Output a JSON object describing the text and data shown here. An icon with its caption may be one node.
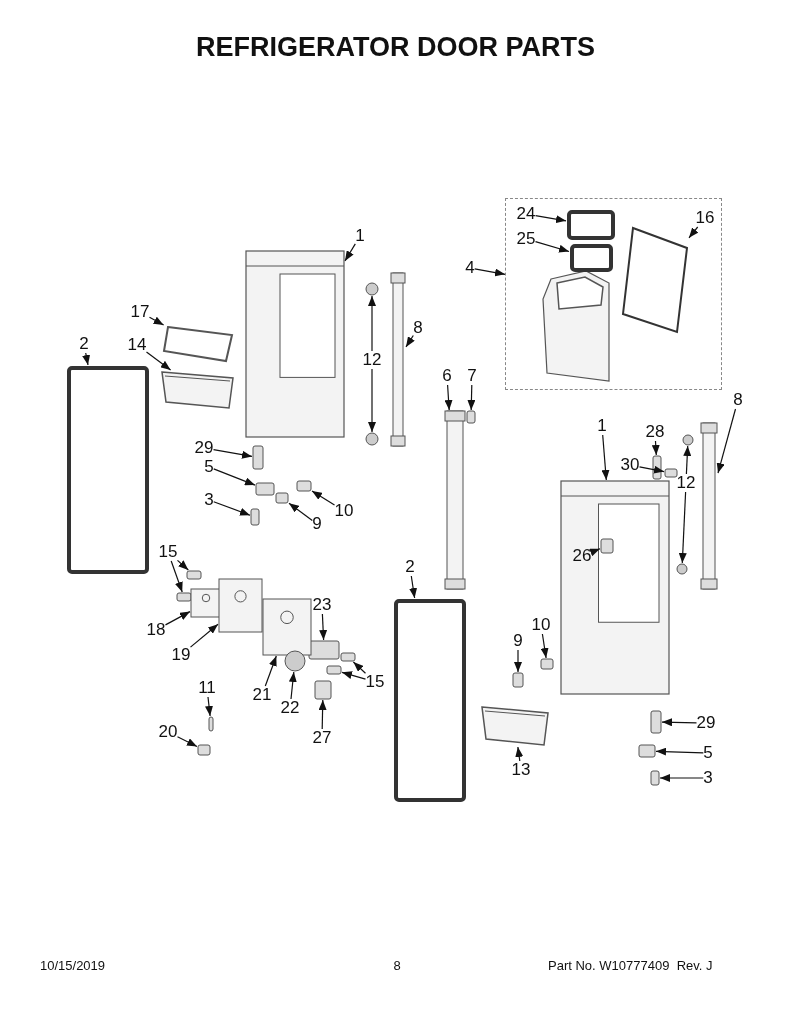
{
  "diagram": {
    "title": "REFRIGERATOR DOOR PARTS",
    "nodes": [
      {
        "text": [
          "1"
        ]
      },
      {
        "text": [],
        "shape": "picture"
      },
      {
        "text": [
          "17"
        ]
      },
      {
        "text": [],
        "shape": "picture"
      },
      {
        "text": [
          "14"
        ]
      },
      {
        "text": [],
        "shape": "picture"
      },
      {
        "text": [
          "2"
        ]
      },
      {
        "text": [],
        "shape": "box"
      },
      {
        "text": [
          "8"
        ]
      },
      {
        "text": [],
        "shape": "bar"
      },
      {
        "text": [
          "12"
        ]
      },
      {
        "text": [],
        "shape": "circle"
      },
      {
        "text": [],
        "shape": "circle"
      },
      {
        "text": [
          "29"
        ]
      },
      {
        "text": [],
        "shape": "box"
      },
      {
        "text": [
          "5"
        ]
      },
      {
        "text": [],
        "shape": "box"
      },
      {
        "text": [
          "3"
        ]
      },
      {
        "text": [],
        "shape": "box"
      },
      {
        "text": [
          "10"
        ]
      },
      {
        "text": [],
        "shape": "box"
      },
      {
        "text": [
          "9"
        ]
      },
      {
        "text": [],
        "shape": "box"
      },
      {
        "text": [
          "6"
        ]
      },
      {
        "text": [],
        "shape": "bar"
      },
      {
        "text": [
          "7"
        ]
      },
      {
        "text": [],
        "shape": "box"
      },
      {
        "text": [
          "4"
        ]
      },
      {
        "text": [],
        "shape": "box"
      },
      {
        "text": [
          "24"
        ],
        "in": 28
      },
      {
        "text": [],
        "shape": "box",
        "in": 28
      },
      {
        "text": [
          "25"
        ],
        "in": 28
      },
      {
        "text": [],
        "shape": "box",
        "in": 28
      },
      {
        "text": [
          "16"
        ],
        "in": 28
      },
      {
        "text": [],
        "shape": "picture",
        "in": 28
      },
      {
        "text": [
          "8"
        ]
      },
      {
        "text": [],
        "shape": "bar"
      },
      {
        "text": [
          "1"
        ]
      },
      {
        "text": [],
        "shape": "picture"
      },
      {
        "text": [
          "28"
        ]
      },
      {
        "text": [],
        "shape": "box"
      },
      {
        "text": [
          "30"
        ]
      },
      {
        "text": [],
        "shape": "box"
      },
      {
        "text": [
          "12"
        ]
      },
      {
        "text": [],
        "shape": "circle"
      },
      {
        "text": [],
        "shape": "circle"
      },
      {
        "text": [
          "26"
        ],
        "in": 38
      },
      {
        "text": [],
        "shape": "box",
        "in": 38
      },
      {
        "text": [
          "2"
        ]
      },
      {
        "text": [],
        "shape": "box"
      },
      {
        "text": [
          "9"
        ]
      },
      {
        "text": [],
        "shape": "box"
      },
      {
        "text": [
          "10"
        ]
      },
      {
        "text": [],
        "shape": "box"
      },
      {
        "text": [
          "13"
        ]
      },
      {
        "text": [],
        "shape": "picture"
      },
      {
        "text": [
          "29"
        ]
      },
      {
        "text": [],
        "shape": "box"
      },
      {
        "text": [
          "5"
        ]
      },
      {
        "text": [],
        "shape": "box"
      },
      {
        "text": [
          "3"
        ]
      },
      {
        "text": [],
        "shape": "box"
      },
      {
        "text": [
          "15"
        ]
      },
      {
        "text": [],
        "shape": "box"
      },
      {
        "text": [],
        "shape": "box"
      },
      {
        "text": [
          "18"
        ]
      },
      {
        "text": [],
        "shape": "picture"
      },
      {
        "text": [
          "19"
        ]
      },
      {
        "text": [],
        "shape": "picture"
      },
      {
        "text": [
          "23"
        ]
      },
      {
        "text": [],
        "shape": "box"
      },
      {
        "text": [
          "15"
        ]
      },
      {
        "text": [],
        "shape": "box"
      },
      {
        "text": [],
        "shape": "box"
      },
      {
        "text": [
          "21"
        ]
      },
      {
        "text": [],
        "shape": "picture"
      },
      {
        "text": [
          "22"
        ]
      },
      {
        "text": [],
        "shape": "circle"
      },
      {
        "text": [
          "27"
        ]
      },
      {
        "text": [],
        "shape": "box"
      },
      {
        "text": [
          "11"
        ]
      },
      {
        "text": [],
        "shape": "box"
      },
      {
        "text": [
          "20"
        ]
      },
      {
        "text": [],
        "shape": "box"
      }
    ],
    "edges": [
      {
        "from": 0,
        "to": 1,
        "arrow": "to"
      },
      {
        "from": 2,
        "to": 3,
        "arrow": "to"
      },
      {
        "from": 4,
        "to": 5,
        "arrow": "to"
      },
      {
        "from": 6,
        "to": 7,
        "arrow": "to"
      },
      {
        "from": 8,
        "to": 9,
        "arrow": "to"
      },
      {
        "from": 10,
        "to": 11,
        "arrow": "to"
      },
      {
        "from": 10,
        "to": 12,
        "arrow": "to"
      },
      {
        "from": 13,
        "to": 14,
        "arrow": "to"
      },
      {
        "from": 15,
        "to": 16,
        "arrow": "to"
      },
      {
        "from": 17,
        "to": 18,
        "arrow": "to"
      },
      {
        "from": 19,
        "to": 20,
        "arrow": "to"
      },
      {
        "from": 21,
        "to": 22,
        "arrow": "to"
      },
      {
        "from": 23,
        "to": 24,
        "arrow": "to"
      },
      {
        "from": 25,
        "to": 26,
        "arrow": "to"
      },
      {
        "from": 27,
        "to": 28,
        "arrow": "to"
      },
      {
        "from": 29,
        "to": 30,
        "arrow": "to"
      },
      {
        "from": 31,
        "to": 32,
        "arrow": "to"
      },
      {
        "from": 33,
        "to": 34,
        "arrow": "to"
      },
      {
        "from": 35,
        "to": 36,
        "arrow": "to"
      },
      {
        "from": 37,
        "to": 38,
        "arrow": "to"
      },
      {
        "from": 39,
        "to": 40,
        "arrow": "to"
      },
      {
        "from": 41,
        "to": 42,
        "arrow": "to"
      },
      {
        "from": 43,
        "to": 44,
        "arrow": "to"
      },
      {
        "from": 43,
        "to": 45,
        "arrow": "to"
      },
      {
        "from": 46,
        "to": 47,
        "arrow": "to"
      },
      {
        "from": 48,
        "to": 49,
        "arrow": "to"
      },
      {
        "from": 50,
        "to": 51,
        "arrow": "to"
      },
      {
        "from": 52,
        "to": 53,
        "arrow": "to"
      },
      {
        "from": 54,
        "to": 55,
        "arrow": "to"
      },
      {
        "from": 56,
        "to": 57,
        "arrow": "to"
      },
      {
        "from": 58,
        "to": 59,
        "arrow": "to"
      },
      {
        "from": 60,
        "to": 61,
        "arrow": "to"
      },
      {
        "from": 62,
        "to": 63,
        "arrow": "to"
      },
      {
        "from": 62,
        "to": 64,
        "arrow": "to"
      },
      {
        "from": 65,
        "to": 66,
        "arrow": "to"
      },
      {
        "from": 67,
        "to": 68,
        "arrow": "to"
      },
      {
        "from": 69,
        "to": 70,
        "arrow": "to"
      },
      {
        "from": 71,
        "to": 72,
        "arrow": "to"
      },
      {
        "from": 71,
        "to": 73,
        "arrow": "to"
      },
      {
        "from": 74,
        "to": 75,
        "arrow": "to"
      },
      {
        "from": 76,
        "to": 77,
        "arrow": "to"
      },
      {
        "from": 78,
        "to": 79,
        "arrow": "to"
      },
      {
        "from": 80,
        "to": 81,
        "arrow": "to"
      },
      {
        "from": 82,
        "to": 83,
        "arrow": "to"
      }
    ],
    "labels": [
      "10/15/2019",
      "8",
      "Part No. W10777409  Rev. J"
    ]
  }
}
